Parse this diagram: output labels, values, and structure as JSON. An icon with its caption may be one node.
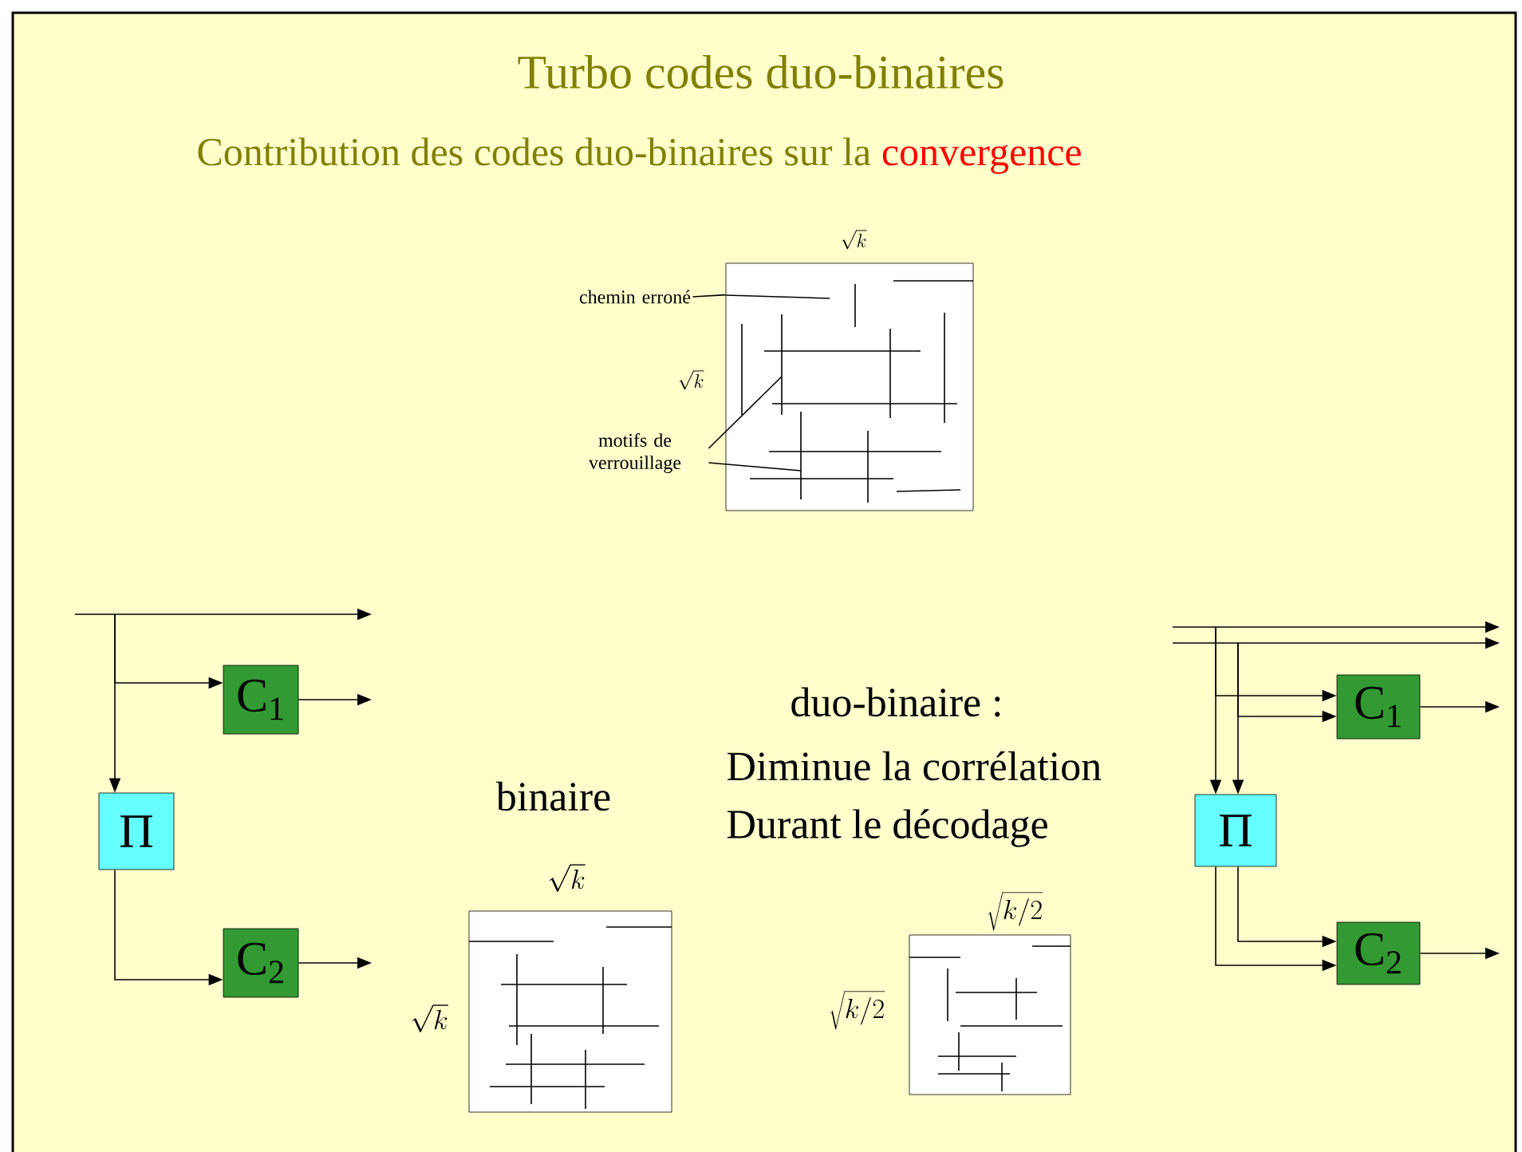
{
  "diagram": {
    "title": "Turbo codes duo-binaires",
    "nodes": [
      {
        "text": [],
        "shape": "box"
      },
      {
        "text": [
          "chemin erroné"
        ]
      },
      {
        "text": [
          "motifs de verrouillage"
        ]
      },
      {
        "text": [
          "C$_{1}$"
        ]
      },
      {
        "text": [
          "Π"
        ]
      },
      {
        "text": [
          "C$_{2}$"
        ]
      },
      {
        "text": [],
        "shape": "box"
      },
      {
        "text": [],
        "shape": "box"
      },
      {
        "text": [
          "C$_{1}$"
        ]
      },
      {
        "text": [
          "Π"
        ]
      },
      {
        "text": [
          "C$_{2}$"
        ]
      }
    ],
    "edges": [
      {
        "from": 1,
        "to": 0,
        "arrow": "none"
      },
      {
        "from": 2,
        "to": 0,
        "arrow": "none"
      },
      {
        "from": 2,
        "to": 0,
        "arrow": "none"
      },
      {
        "from": null,
        "to": 3,
        "arrow": "to"
      },
      {
        "from": null,
        "to": 4,
        "arrow": "to"
      },
      {
        "from": 4,
        "to": 5,
        "arrow": "to"
      },
      {
        "from": 3,
        "to": null,
        "arrow": "to"
      },
      {
        "from": 5,
        "to": null,
        "arrow": "to"
      },
      {
        "from": null,
        "to": 8,
        "arrow": "to"
      },
      {
        "from": null,
        "to": 8,
        "arrow": "to"
      },
      {
        "from": null,
        "to": 9,
        "arrow": "to"
      },
      {
        "from": null,
        "to": 9,
        "arrow": "to"
      },
      {
        "from": 9,
        "to": 10,
        "arrow": "to"
      },
      {
        "from": 9,
        "to": 10,
        "arrow": "to"
      },
      {
        "from": 8,
        "to": null,
        "arrow": "to"
      },
      {
        "from": 10,
        "to": null,
        "arrow": "to"
      }
    ],
    "labels": [
      "Contribution des codes duo-binaires sur la",
      "convergence",
      "\\sqrt{k}",
      "\\sqrt{k}",
      "duo-binaire :",
      "Diminue la corrélation",
      "binaire",
      "Durant le décodage",
      "\\sqrt{k}",
      "\\sqrt{k / 2}",
      "\\sqrt{k / 2}",
      "\\sqrt{k}"
    ]
  }
}
